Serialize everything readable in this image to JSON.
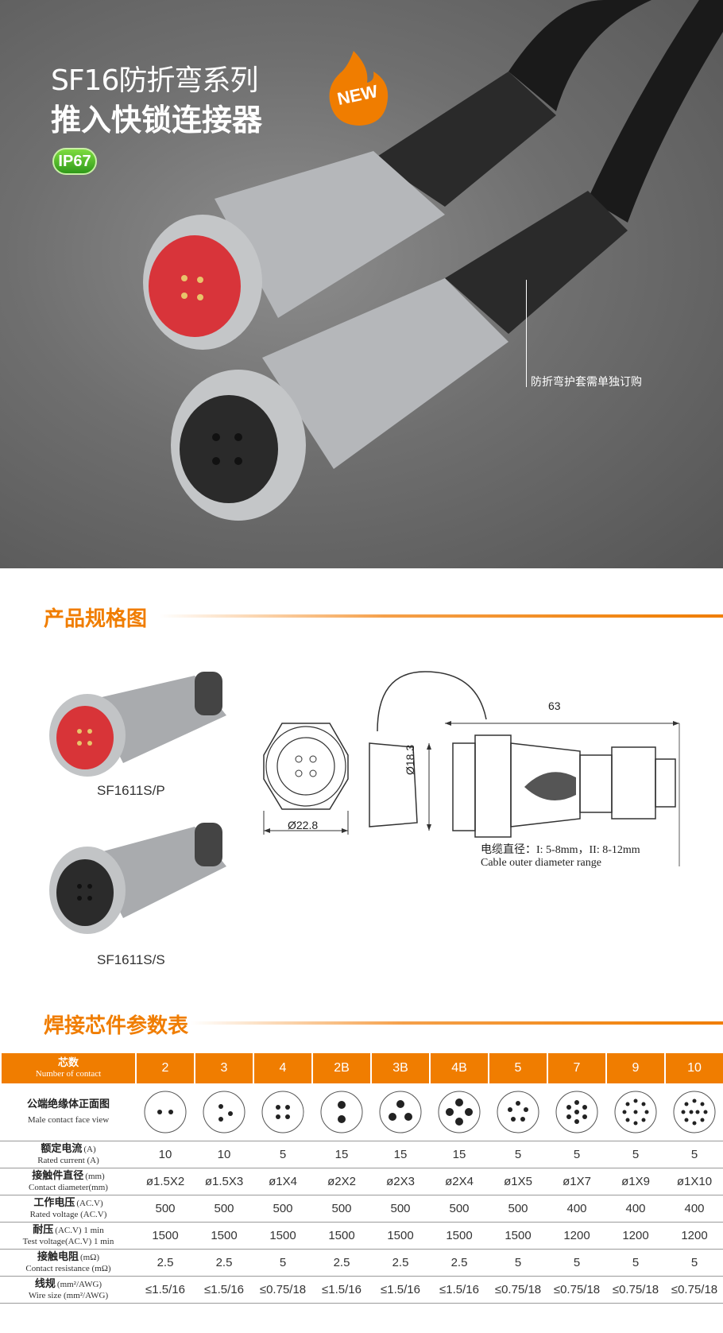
{
  "hero": {
    "title_line1": "SF16防折弯系列",
    "title_line2": "推入快锁连接器",
    "ip_badge": "IP67",
    "new_badge": "NEW",
    "accessory_note": "防折弯护套需单独订购"
  },
  "section_spec": {
    "title": "产品规格图",
    "male_caption": "SF1611S/P",
    "female_caption": "SF1611S/S",
    "dim_width": "Ø22.8",
    "dim_diameter": "Ø18.3",
    "dim_length": "63",
    "cable_zh": "电缆直径：I: 5-8mm，II: 8-12mm",
    "cable_en": "Cable outer diameter range"
  },
  "section_table": {
    "title": "焊接芯件参数表"
  },
  "table": {
    "header": {
      "zh": "芯数",
      "en": "Number of contact"
    },
    "columns": [
      "2",
      "3",
      "4",
      "2B",
      "3B",
      "4B",
      "5",
      "7",
      "9",
      "10"
    ],
    "face_row": {
      "zh": "公端绝缘体正面图",
      "en": "Male contact face view"
    },
    "rows": [
      {
        "zh": "额定电流",
        "unit": "(A)",
        "en": "Rated current (A)",
        "values": [
          "10",
          "10",
          "5",
          "15",
          "15",
          "15",
          "5",
          "5",
          "5",
          "5"
        ]
      },
      {
        "zh": "接触件直径",
        "unit": "(mm)",
        "en": "Contact diameter(mm)",
        "values": [
          "ø1.5X2",
          "ø1.5X3",
          "ø1X4",
          "ø2X2",
          "ø2X3",
          "ø2X4",
          "ø1X5",
          "ø1X7",
          "ø1X9",
          "ø1X10"
        ]
      },
      {
        "zh": "工作电压",
        "unit": "(AC.V)",
        "en": "Rated voltage (AC.V)",
        "values": [
          "500",
          "500",
          "500",
          "500",
          "500",
          "500",
          "500",
          "400",
          "400",
          "400"
        ]
      },
      {
        "zh": "耐压",
        "unit": "(AC.V) 1 min",
        "en": "Test voltage(AC.V) 1 min",
        "values": [
          "1500",
          "1500",
          "1500",
          "1500",
          "1500",
          "1500",
          "1500",
          "1200",
          "1200",
          "1200"
        ]
      },
      {
        "zh": "接触电阻",
        "unit": "(mΩ)",
        "en": "Contact resistance (mΩ)",
        "values": [
          "2.5",
          "2.5",
          "5",
          "2.5",
          "2.5",
          "2.5",
          "5",
          "5",
          "5",
          "5"
        ]
      },
      {
        "zh": "线规",
        "unit": "(mm²/AWG)",
        "en": "Wire size (mm²/AWG)",
        "values": [
          "≤1.5/16",
          "≤1.5/16",
          "≤0.75/18",
          "≤1.5/16",
          "≤1.5/16",
          "≤1.5/16",
          "≤0.75/18",
          "≤0.75/18",
          "≤0.75/18",
          "≤0.75/18"
        ]
      }
    ]
  },
  "colors": {
    "accent": "#f07d00",
    "ip_green": "#3fae24"
  }
}
